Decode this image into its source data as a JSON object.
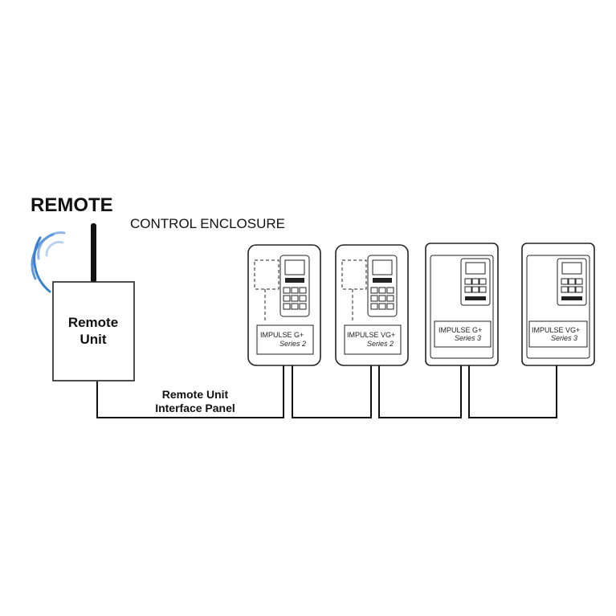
{
  "title": "REMOTE",
  "enclosure_label": "CONTROL ENCLOSURE",
  "remote_unit": {
    "line1": "Remote",
    "line2": "Unit"
  },
  "interface_panel": {
    "line1": "Remote Unit",
    "line2": "Interface Panel"
  },
  "drives": [
    {
      "line1": "IMPULSE G+",
      "line2": "Series 2"
    },
    {
      "line1": "IMPULSE VG+",
      "line2": "Series 2"
    },
    {
      "line1": "IMPULSE G+",
      "line2": "Series 3"
    },
    {
      "line1": "IMPULSE VG+",
      "line2": "Series 3"
    }
  ],
  "colors": {
    "signal_waves": "#3a7fd0",
    "line": "#111111"
  },
  "icons": [
    "antenna-icon",
    "wireless-signal-icon",
    "keypad-icon"
  ]
}
